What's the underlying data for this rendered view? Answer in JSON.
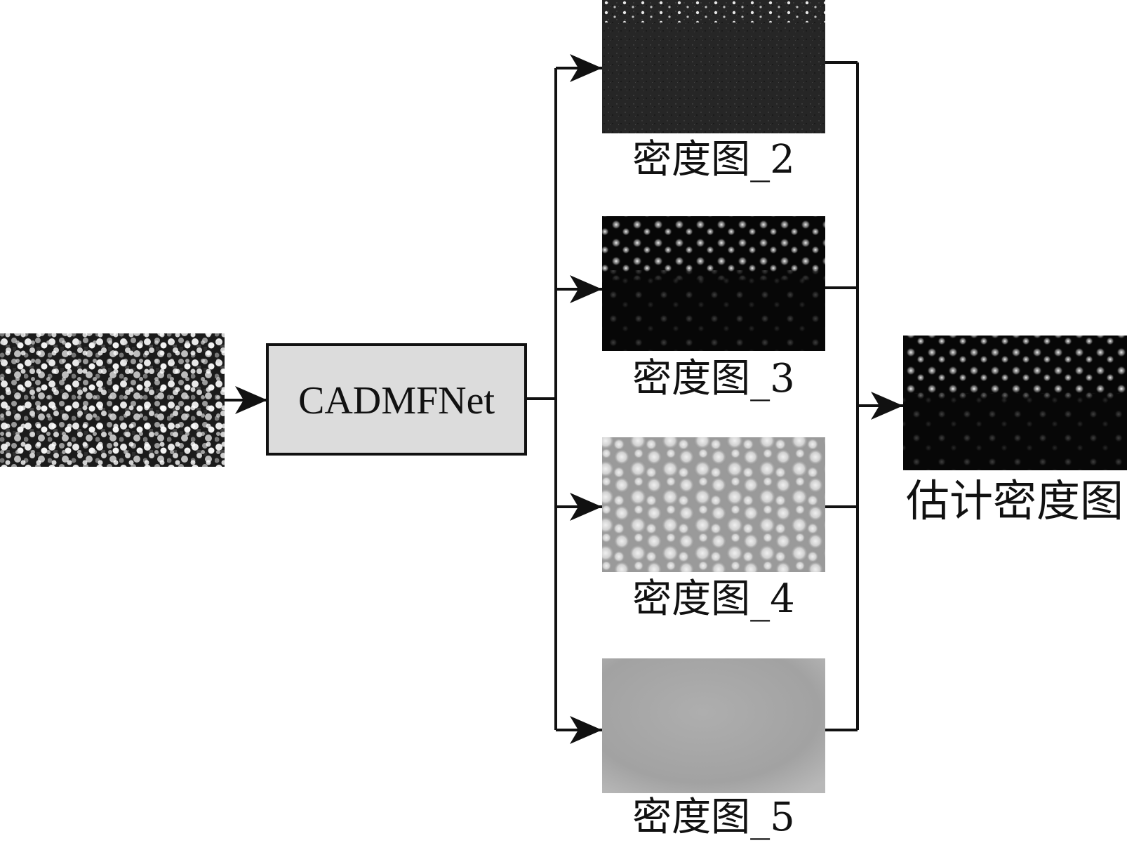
{
  "network": {
    "name": "CADMFNet"
  },
  "density_maps": [
    {
      "label": "密度图_2"
    },
    {
      "label": "密度图_3"
    },
    {
      "label": "密度图_4"
    },
    {
      "label": "密度图_5"
    }
  ],
  "output": {
    "label": "估计密度图"
  },
  "colors": {
    "line": "#111111",
    "box_fill": "#dcdcdc",
    "box_stroke": "#111111"
  }
}
